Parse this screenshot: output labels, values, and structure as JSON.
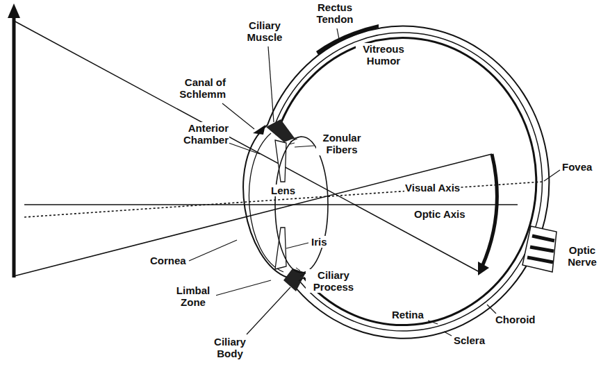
{
  "diagram": {
    "labels": [
      "Rectus Tendon",
      "Ciliary Muscle",
      "Vitreous Humor",
      "Canal of Schlemm",
      "Anterior Chamber",
      "Zonular Fibers",
      "Fovea",
      "Lens",
      "Visual Axis",
      "Optic Axis",
      "Iris",
      "Optic Nerve",
      "Cornea",
      "Ciliary Process",
      "Limbal Zone",
      "Retina",
      "Choroid",
      "Sclera",
      "Ciliary Body"
    ]
  }
}
